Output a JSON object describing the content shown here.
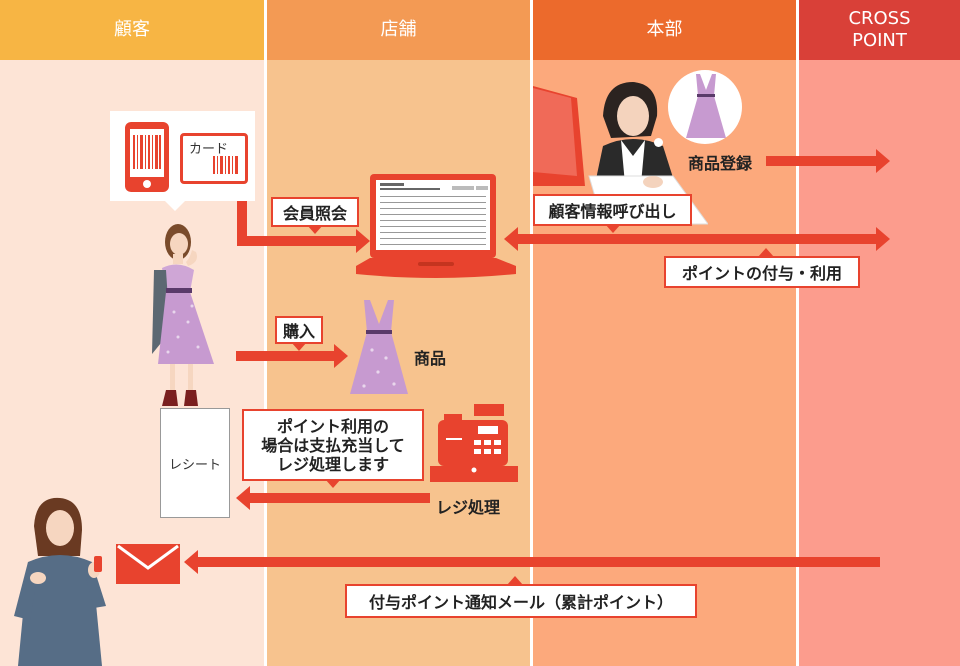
{
  "lanes": {
    "customer": "顧客",
    "store": "店舗",
    "hq": "本部",
    "crosspoint": "CROSS\nPOINT"
  },
  "colors": {
    "arrow": "#e8432e",
    "customer_header": "#f7b544",
    "customer_bg": "#fde4d6",
    "store_header": "#f39a54",
    "store_bg": "#f7c38e",
    "hq_header": "#ec6a2c",
    "hq_bg": "#fca97c",
    "cp_header": "#d94038",
    "cp_bg": "#fc9c8d"
  },
  "labels": {
    "card": "カード",
    "member_lookup": "会員照会",
    "customer_info_call": "顧客情報呼び出し",
    "product_registration": "商品登録",
    "point_grant_use": "ポイントの付与・利用",
    "purchase": "購入",
    "product": "商品",
    "register_note": "ポイント利用の\n場合は支払充当して\nレジ処理します",
    "receipt": "レシート",
    "register_processing": "レジ処理",
    "notification_mail": "付与ポイント通知メール（累計ポイント）"
  },
  "icons": [
    "smartphone-barcode-icon",
    "barcode-card-icon",
    "laptop-icon",
    "dress-icon",
    "cash-register-icon",
    "envelope-icon",
    "woman-customer-icon",
    "office-worker-icon"
  ]
}
